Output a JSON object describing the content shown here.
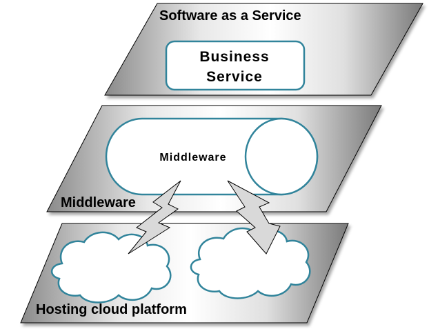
{
  "layers": {
    "top": {
      "label": "Software as a Service"
    },
    "middle": {
      "label": "Middleware"
    },
    "bottom": {
      "label": "Hosting cloud platform"
    }
  },
  "business_service": {
    "line1": "Business",
    "line2": "Service"
  },
  "middleware_cylinder": {
    "label": "Middleware"
  },
  "colors": {
    "outline": "#000000",
    "accent": "#31849b",
    "plane_light": "#ffffff",
    "plane_dark": "#7f7f7f",
    "bolt_fill": "#d9d9d9"
  }
}
